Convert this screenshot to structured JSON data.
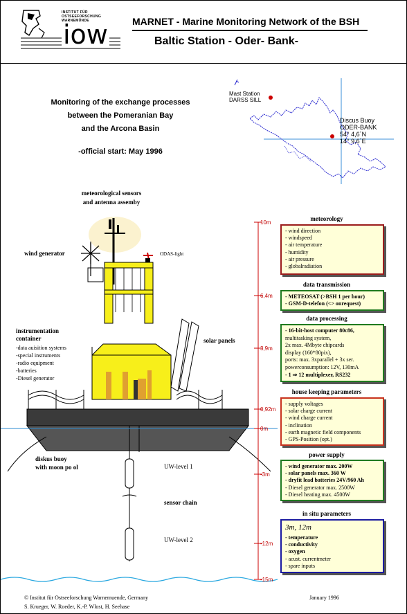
{
  "header": {
    "title": "MARNET - Marine Monitoring Network of the BSH",
    "subtitle": "Baltic Station  - Oder- Bank-",
    "logo_text": [
      "INSTITUT FÜR",
      "OSTSEEFORSCHUNG",
      "WARNEMÜNDE"
    ],
    "logo_letters": "iow"
  },
  "intro": {
    "line1": "Monitoring of the exchange processes",
    "line2": "between the Pomeranian Bay",
    "line3": "and the Arcona Basin",
    "start": "-official start:  May 1996"
  },
  "map": {
    "mast_station": "Mast Station",
    "darss_sill": "DARSS SILL",
    "discus_buoy": "Discus Buoy",
    "oder_bank": "ODER-BANK",
    "lat": "54° 4,6´N",
    "lon": "14° 9,6´E"
  },
  "labels": {
    "met_sensors_1": "meteorological sensors",
    "met_sensors_2": "and antenna assemby",
    "wind_generator": "wind generator",
    "odas_light": "ODAS-light",
    "instr_container_1": "instrumentation",
    "instr_container_2": "container",
    "instr_items": [
      "-data auisition systems",
      "-special instruments",
      "-radio equipment",
      "-batteries",
      "-Diesel generator"
    ],
    "solar_panels": "solar panels",
    "diskus_buoy_1": "diskus buoy",
    "diskus_buoy_2": "with moon po ol",
    "uw_level_1": "UW-level 1",
    "sensor_chain": "sensor chain",
    "uw_level_2": "UW-level 2"
  },
  "depths": [
    "10m",
    "6,4m",
    "3,9m",
    "0,92m",
    "0m",
    "-3m",
    "-12m",
    "-15m"
  ],
  "sections": {
    "meteorology": {
      "title": "meteorology",
      "items": [
        "- wind direction",
        "- windspeed",
        "- air temperature",
        "- humidity",
        "- air pressure",
        "- globalradiation"
      ],
      "color": "#9b1c1c"
    },
    "data_transmission": {
      "title": "data transmission",
      "items": [
        "- METEOSAT (>BSH 1 per hour)",
        "- GSM-D-telefon (<> onrequest)"
      ],
      "color": "#1f7a1f"
    },
    "data_processing": {
      "title": "data processing",
      "items": [
        "- 16-bit-host computer 80c86,",
        "  multitasking system,",
        "  2x max. 4Mbyte  chipcards",
        "  display (160*80pix),",
        "  ports: max. 3xparallel + 3x ser.",
        "  powerconsumption: 12V, 130mA",
        "- 1 ⇒ 12 multiplexer, RS232"
      ],
      "color": "#1f7a1f"
    },
    "house_keeping": {
      "title": "house keeping  parameters",
      "items": [
        "- supply voltages",
        "- solar charge current",
        "- wind charge current",
        "- inclination",
        "- earth magnetic field components",
        "- GPS-Position (opt.)"
      ],
      "color": "#c8321e"
    },
    "power_supply": {
      "title": "power  supply",
      "items": [
        "- wind generator max. 200W",
        "- solar panels max. 360 W",
        "- dryfit lead batteries 24V/960 Ah",
        "- Diesel generator max. 2500W",
        "- Diesel heating max. 4500W"
      ],
      "color": "#1f7a1f"
    },
    "in_situ": {
      "title": "in situ parameters",
      "depth_note": "3m, 12m",
      "items": [
        "- temperature",
        "- conductivity",
        "- oxygen",
        "- acust. currentmeter",
        "- spare inputs"
      ],
      "color": "#1a1aa0"
    }
  },
  "footer": {
    "institute": "© Institut für Ostseeforschung   Warnemuende,   Germany",
    "date": "January 1996",
    "authors": "S. Krueger, W.  Roeder, K.-P.  Wlost, H. Seehase"
  }
}
